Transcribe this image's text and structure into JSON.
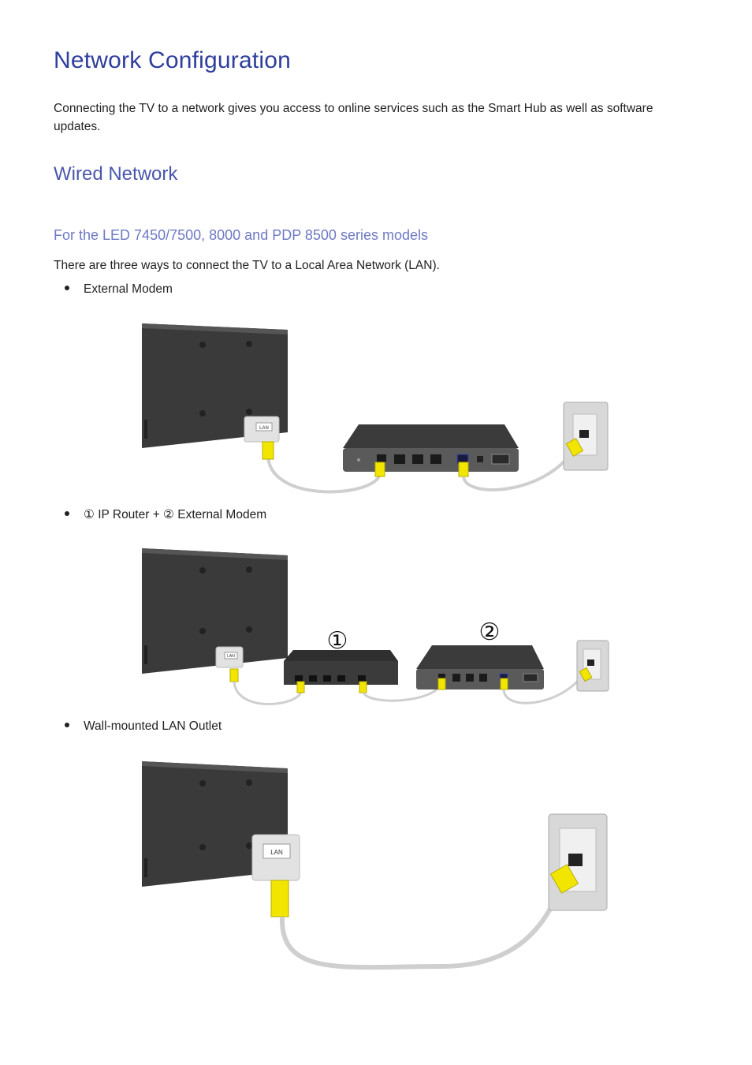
{
  "page": {
    "title": "Network Configuration",
    "intro": "Connecting the TV to a network gives you access to online services such as the Smart Hub as well as software updates.",
    "section_title": "Wired Network",
    "subsection_title": "For the LED 7450/7500, 8000 and PDP 8500 series models",
    "lead": "There are three ways to connect the TV to a Local Area Network (LAN).",
    "bullets": [
      "External Modem",
      "① IP Router + ② External Modem",
      "Wall-mounted LAN Outlet"
    ]
  },
  "figures": {
    "lan_label": "LAN",
    "marker_1": "①",
    "marker_2": "②"
  },
  "colors": {
    "title": "#2e3e9c",
    "section": "#4a56ad",
    "subsection": "#6e79c4",
    "cable": "#cfcfcf",
    "connector": "#f2e600"
  }
}
